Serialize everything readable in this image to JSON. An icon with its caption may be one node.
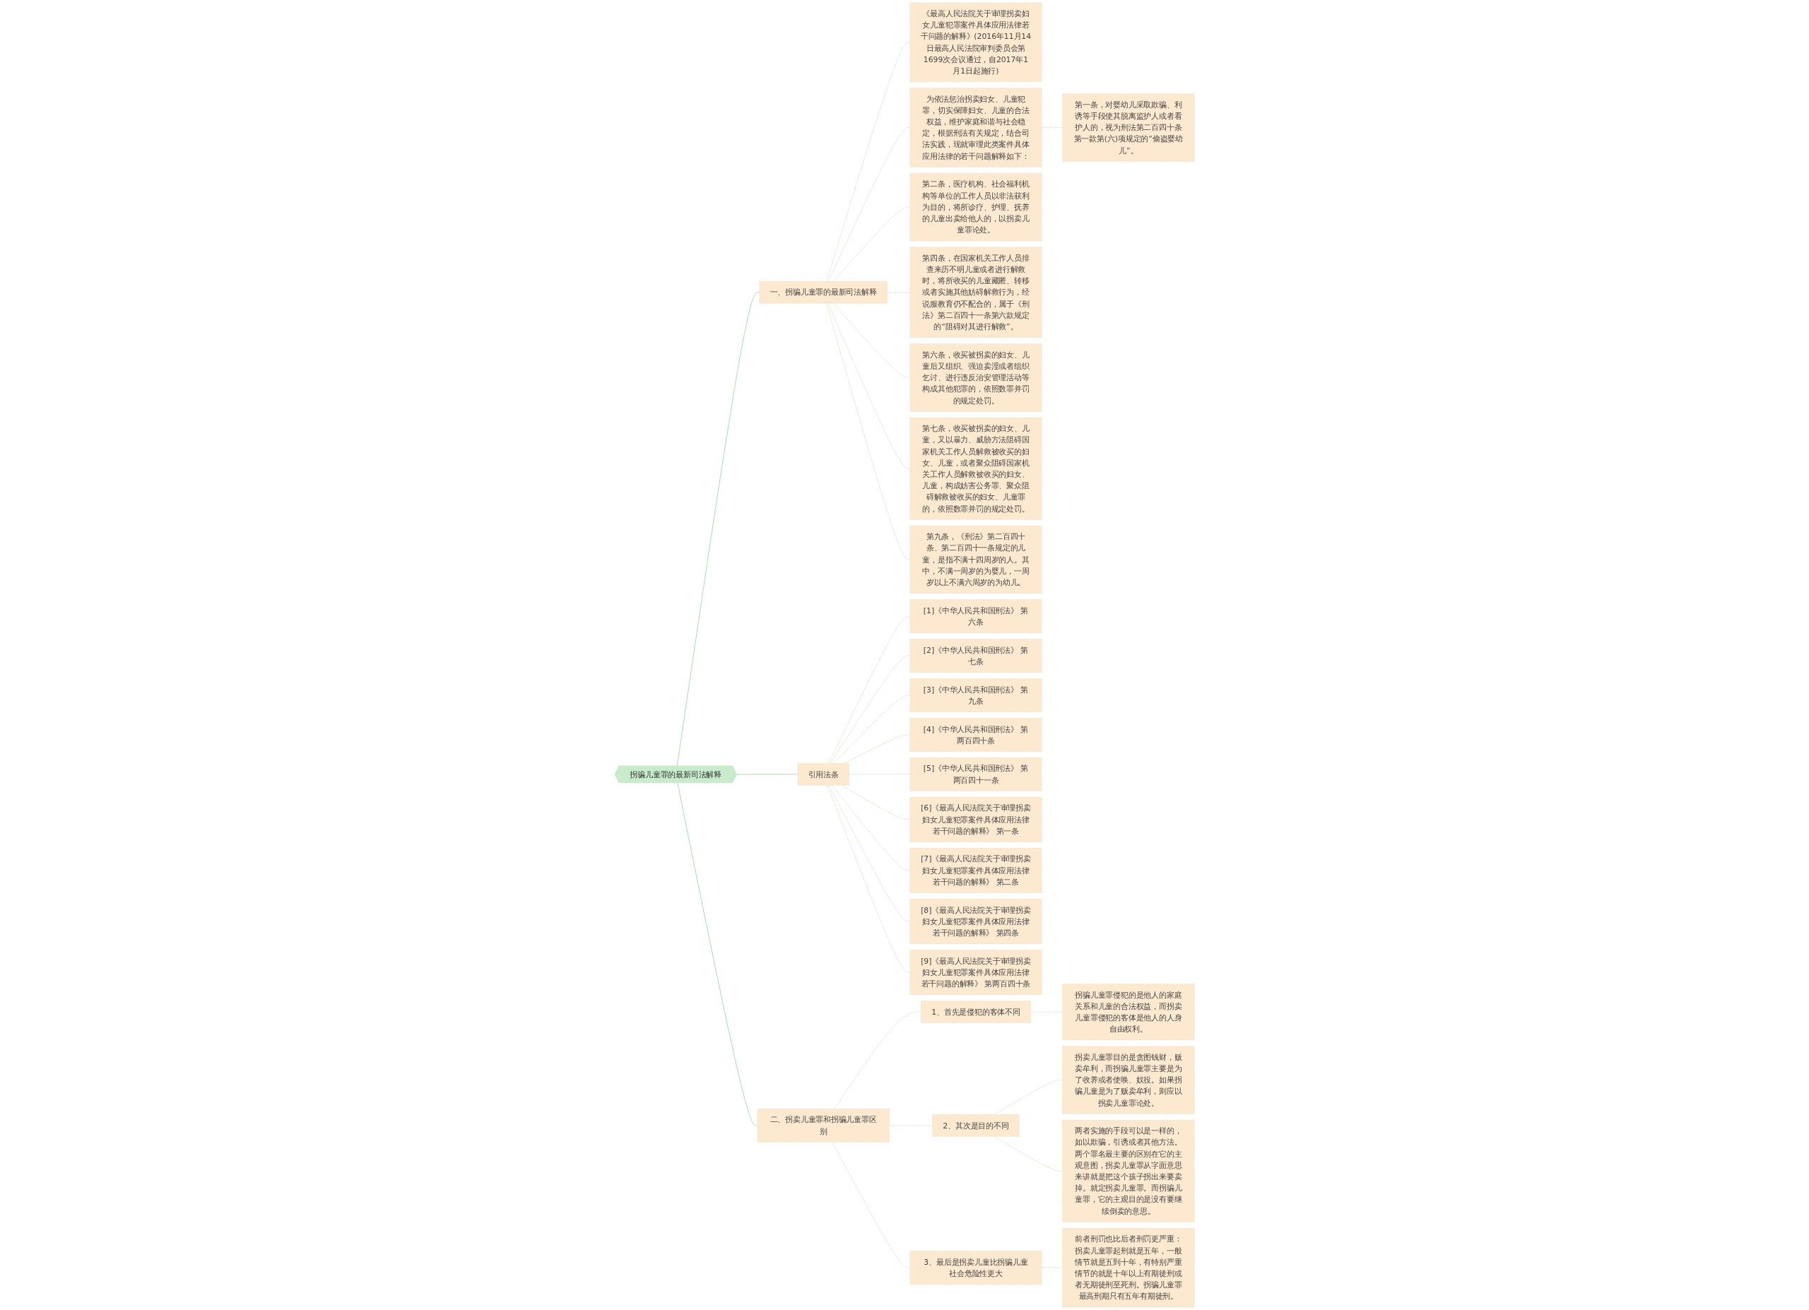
{
  "diagram": {
    "nodes": [
      {
        "text": [
          "拐骗儿童罪的最新司法解释"
        ]
      },
      {
        "text": [
          "一、拐骗儿童罪的最新司法解释"
        ]
      },
      {
        "text": [
          "《最高人民法院关于审理拐卖妇女儿童犯罪案件具体应用法律若干问题的解释》(2016年11月14日最高人民法院审判委员会第1699次会议通过，自2017年1月1日起施行)"
        ]
      },
      {
        "text": [
          "为依法惩治拐卖妇女、儿童犯罪，切实保障妇女、儿童的合法权益，维护家庭和谐与社会稳定，根据刑法有关规定，结合司法实践，现就审理此类案件具体应用法律的若干问题解释如下："
        ]
      },
      {
        "text": [
          "第一条，对婴幼儿采取欺骗、利诱等手段使其脱离监护人或者看护人的，视为刑法第二百四十条第一款第(六)项规定的“偷盗婴幼儿”。"
        ]
      },
      {
        "text": [
          "第二条，医疗机构、社会福利机构等单位的工作人员以非法获利为目的，将所诊疗、护理、抚养的儿童出卖给他人的，以拐卖儿童罪论处。"
        ]
      },
      {
        "text": [
          "第四条，在国家机关工作人员排查来历不明儿童或者进行解救时，将所收买的儿童藏匿、转移或者实施其他妨碍解救行为，经说服教育仍不配合的，属于《刑法》第二百四十一条第六款规定的“阻碍对其进行解救”。"
        ]
      },
      {
        "text": [
          "第六条，收买被拐卖的妇女、儿童后又组织、强迫卖淫或者组织乞讨、进行违反治安管理活动等构成其他犯罪的，依照数罪并罚的规定处罚。"
        ]
      },
      {
        "text": [
          "第七条，收买被拐卖的妇女、儿童，又以暴力、威胁方法阻碍国家机关工作人员解救被收买的妇女、儿童，或者聚众阻碍国家机关工作人员解救被收买的妇女、儿童，构成妨害公务罪、聚众阻碍解救被收买的妇女、儿童罪的，依照数罪并罚的规定处罚。"
        ]
      },
      {
        "text": [
          "第九条，《刑法》第二百四十条、第二百四十一条规定的儿童，是指不满十四周岁的人。其中，不满一周岁的为婴儿，一周岁以上不满六周岁的为幼儿。"
        ]
      },
      {
        "text": [
          "引用法条"
        ]
      },
      {
        "text": [
          "[1]《中华人民共和国刑法》 第六条"
        ]
      },
      {
        "text": [
          "[2]《中华人民共和国刑法》 第七条"
        ]
      },
      {
        "text": [
          "[3]《中华人民共和国刑法》 第九条"
        ]
      },
      {
        "text": [
          "[4]《中华人民共和国刑法》 第两百四十条"
        ]
      },
      {
        "text": [
          "[5]《中华人民共和国刑法》 第两百四十一条"
        ]
      },
      {
        "text": [
          "[6]《最高人民法院关于审理拐卖妇女儿童犯罪案件具体应用法律若干问题的解释》 第一条"
        ]
      },
      {
        "text": [
          "[7]《最高人民法院关于审理拐卖妇女儿童犯罪案件具体应用法律若干问题的解释》 第二条"
        ]
      },
      {
        "text": [
          "[8]《最高人民法院关于审理拐卖妇女儿童犯罪案件具体应用法律若干问题的解释》 第四条"
        ]
      },
      {
        "text": [
          "[9]《最高人民法院关于审理拐卖妇女儿童犯罪案件具体应用法律若干问题的解释》 第两百四十条"
        ]
      },
      {
        "text": [
          "二、拐卖儿童罪和拐骗儿童罪区别"
        ]
      },
      {
        "text": [
          "1、首先是侵犯的客体不同"
        ]
      },
      {
        "text": [
          "拐骗儿童罪侵犯的是他人的家庭关系和儿童的合法权益，而拐卖儿童罪侵犯的客体是他人的人身自由权利。"
        ]
      },
      {
        "text": [
          "2、其次是目的不同"
        ]
      },
      {
        "text": [
          "拐卖儿童罪目的是贪图钱财，贩卖牟利，而拐骗儿童罪主要是为了收养或者使唤、奴役。如果拐骗儿童是为了贩卖牟利，则应以拐卖儿童罪论处。"
        ]
      },
      {
        "text": [
          "两者实施的手段可以是一样的，如以欺骗，引诱或者其他方法。两个罪名最主要的区别在它的主观意图，拐卖儿童罪从字面意思来讲就是把这个孩子拐出来要卖掉。就定拐卖儿童罪。而拐骗儿童罪，它的主观目的是没有要继续倒卖的意思。"
        ]
      },
      {
        "text": [
          "3、最后是拐卖儿童比拐骗儿童社会危险性更大"
        ]
      },
      {
        "text": [
          "前者刑罚也比后者刑罚更严重：拐卖儿童罪起刑就是五年，一般情节就是五到十年，有特别严重情节的就是十年以上有期徒刑或者无期徒刑至死刑。拐骗儿童罪最高刑期只有五年有期徒刑。"
        ]
      }
    ],
    "edges": [
      {
        "from": 0,
        "to": 1,
        "arrow": "none"
      },
      {
        "from": 1,
        "to": 2,
        "arrow": "none",
        "style": "dashed"
      },
      {
        "from": 1,
        "to": 3,
        "arrow": "none",
        "style": "dashed"
      },
      {
        "from": 3,
        "to": 4,
        "arrow": "none",
        "style": "dashed"
      },
      {
        "from": 1,
        "to": 5,
        "arrow": "none",
        "style": "dashed"
      },
      {
        "from": 1,
        "to": 6,
        "arrow": "none",
        "style": "dashed"
      },
      {
        "from": 1,
        "to": 7,
        "arrow": "none",
        "style": "dashed"
      },
      {
        "from": 1,
        "to": 8,
        "arrow": "none",
        "style": "dashed"
      },
      {
        "from": 1,
        "to": 9,
        "arrow": "none",
        "style": "dashed"
      },
      {
        "from": 0,
        "to": 10,
        "arrow": "none"
      },
      {
        "from": 10,
        "to": 11,
        "arrow": "none",
        "style": "dashed"
      },
      {
        "from": 10,
        "to": 12,
        "arrow": "none",
        "style": "dashed"
      },
      {
        "from": 10,
        "to": 13,
        "arrow": "none",
        "style": "dashed"
      },
      {
        "from": 10,
        "to": 14,
        "arrow": "none",
        "style": "dashed"
      },
      {
        "from": 10,
        "to": 15,
        "arrow": "none",
        "style": "dashed"
      },
      {
        "from": 10,
        "to": 16,
        "arrow": "none",
        "style": "dashed"
      },
      {
        "from": 10,
        "to": 17,
        "arrow": "none",
        "style": "dashed"
      },
      {
        "from": 10,
        "to": 18,
        "arrow": "none",
        "style": "dashed"
      },
      {
        "from": 10,
        "to": 19,
        "arrow": "none",
        "style": "dashed"
      },
      {
        "from": 0,
        "to": 20,
        "arrow": "none"
      },
      {
        "from": 20,
        "to": 21,
        "arrow": "none",
        "style": "dashed"
      },
      {
        "from": 21,
        "to": 22,
        "arrow": "none",
        "style": "dashed"
      },
      {
        "from": 20,
        "to": 23,
        "arrow": "none",
        "style": "dashed"
      },
      {
        "from": 23,
        "to": 24,
        "arrow": "none",
        "style": "dashed"
      },
      {
        "from": 23,
        "to": 25,
        "arrow": "none",
        "style": "dashed"
      },
      {
        "from": 20,
        "to": 26,
        "arrow": "none",
        "style": "dashed"
      },
      {
        "from": 26,
        "to": 27,
        "arrow": "none",
        "style": "dashed"
      }
    ]
  }
}
